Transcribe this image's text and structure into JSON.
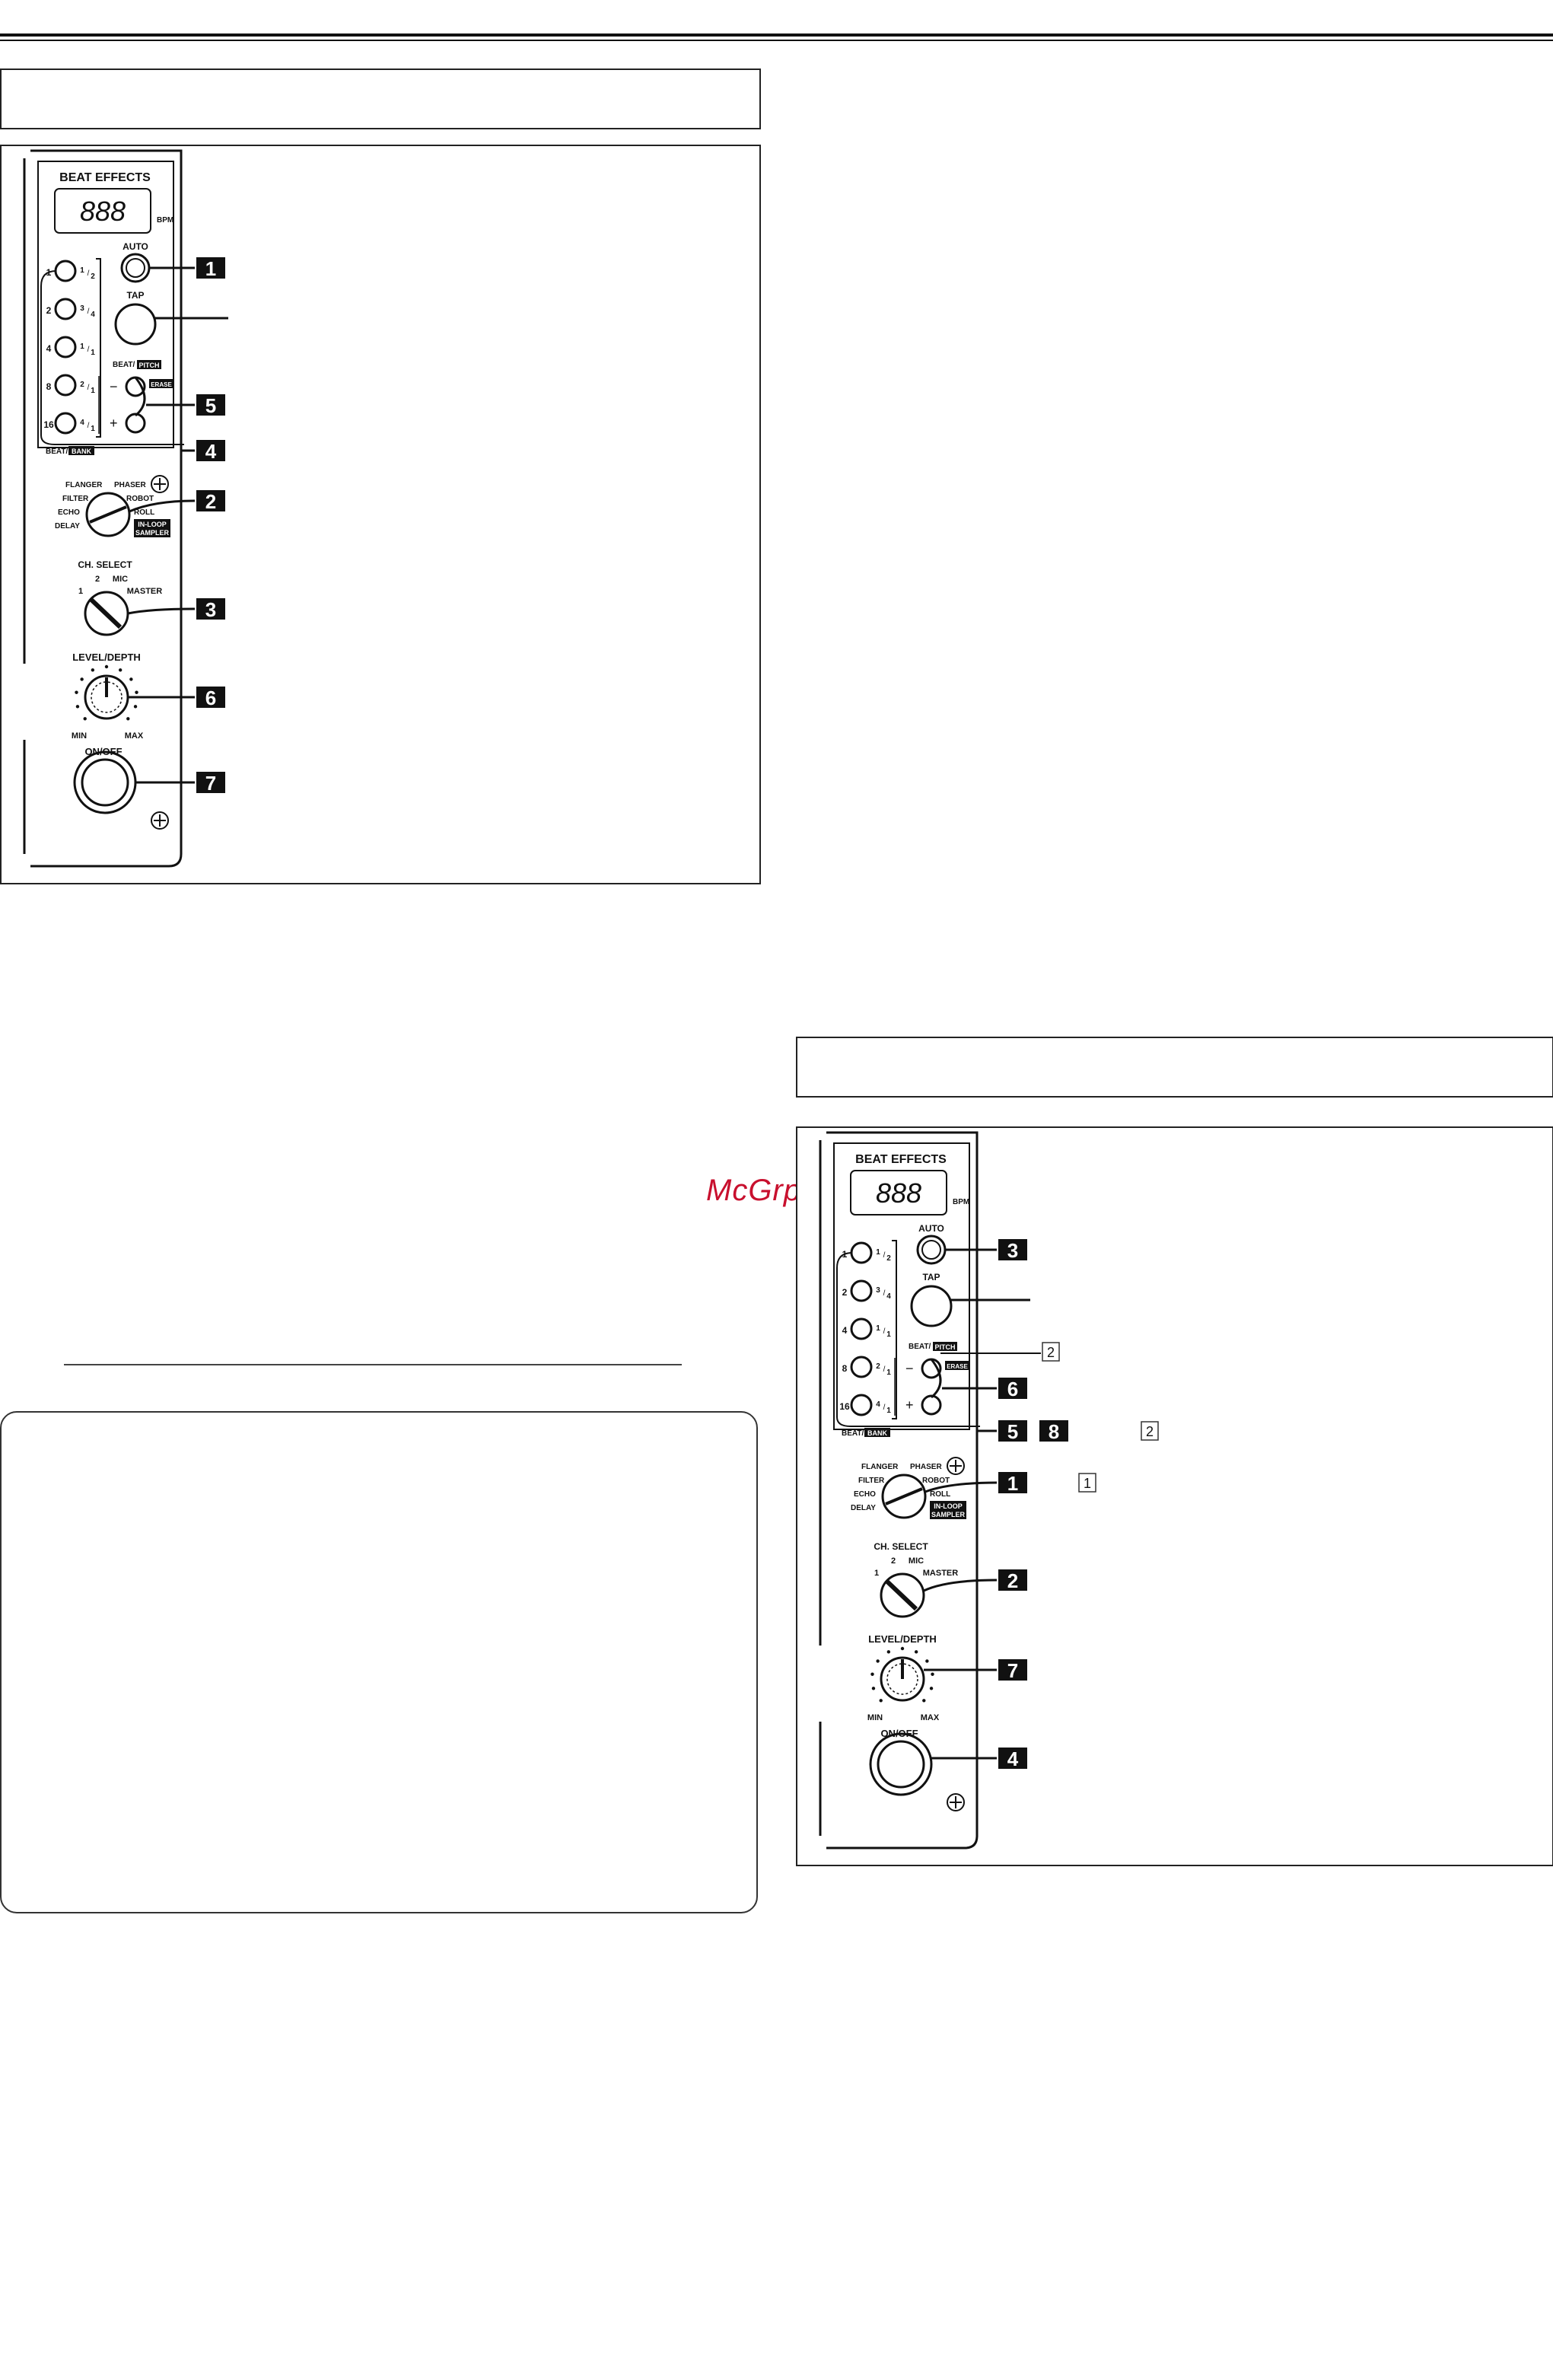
{
  "watermark": "McGrp.Ru",
  "panel_labels": {
    "title": "BEAT EFFECTS",
    "display": "888",
    "bpm": "BPM",
    "auto": "AUTO",
    "tap": "TAP",
    "beat_pitch_prefix": "BEAT/",
    "pitch": "PITCH",
    "erase": "ERASE",
    "minus": "−",
    "plus": "+",
    "beat_bank_prefix": "BEAT/",
    "bank": "BANK",
    "beat_numbers": [
      "1",
      "2",
      "4",
      "8",
      "16"
    ],
    "fraction_numerators": [
      "1",
      "3",
      "1",
      "2",
      "4"
    ],
    "fraction_denominators": [
      "2",
      "4",
      "1",
      "1",
      "1"
    ],
    "effects": [
      "FLANGER",
      "PHASER",
      "FILTER",
      "ROBOT",
      "ECHO",
      "ROLL",
      "DELAY"
    ],
    "inloop": "IN-LOOP",
    "sampler": "SAMPLER",
    "ch_select": "CH. SELECT",
    "ch_1": "1",
    "ch_2": "2",
    "ch_mic": "MIC",
    "ch_master": "MASTER",
    "level_depth": "LEVEL/DEPTH",
    "min": "MIN",
    "max": "MAX",
    "on_off": "ON/OFF"
  },
  "figure1": {
    "callouts": [
      "1",
      "5",
      "4",
      "2",
      "3",
      "6",
      "7"
    ]
  },
  "figure2": {
    "callouts": [
      "3",
      "6",
      "5",
      "8",
      "1",
      "2",
      "7",
      "4"
    ],
    "step_refs": [
      "2",
      "2",
      "1"
    ]
  }
}
